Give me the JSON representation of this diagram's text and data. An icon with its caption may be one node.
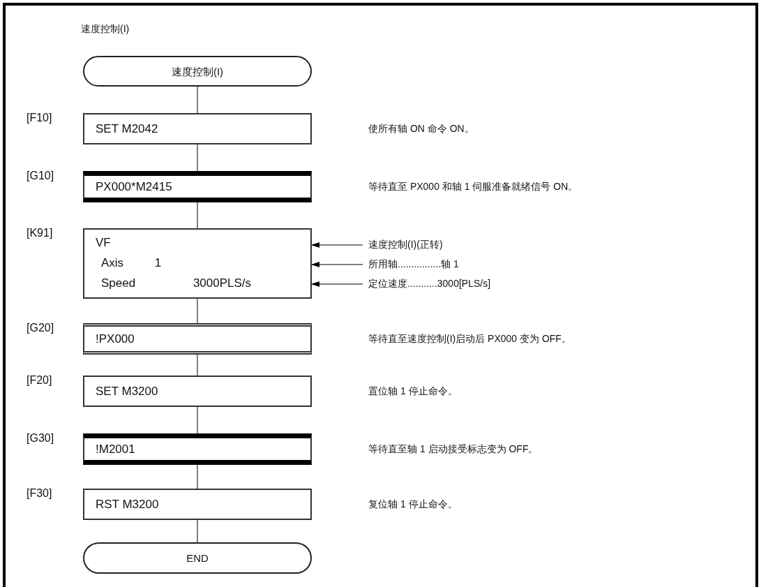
{
  "diagram": {
    "title": "速度控制(I)",
    "nodes": [
      {
        "text": [
          "速度控制(I)"
        ]
      },
      {
        "text": [
          "SET M2042"
        ],
        "beside": [
          "[F10]"
        ]
      },
      {
        "text": [
          "PX000*M2415"
        ],
        "beside": [
          "[G10]"
        ]
      },
      {
        "text": [
          "VF",
          "Axis 1",
          "Speed 3000PLS/s"
        ],
        "beside": [
          "[K91]"
        ]
      },
      {
        "text": [
          "速度控制(I)(正转)"
        ]
      },
      {
        "text": [
          "所用轴................轴 1"
        ]
      },
      {
        "text": [
          "定位速度...........3000[PLS/s]"
        ]
      },
      {
        "text": [
          "!PX000"
        ],
        "beside": [
          "[G20]"
        ]
      },
      {
        "text": [
          "SET M3200"
        ],
        "beside": [
          "[F20]"
        ]
      },
      {
        "text": [
          "!M2001"
        ],
        "beside": [
          "[G30]"
        ]
      },
      {
        "text": [
          "RST M3200"
        ],
        "beside": [
          "[F30]"
        ]
      },
      {
        "text": [
          "END"
        ]
      }
    ],
    "edges": [
      {
        "from": 0,
        "to": 1,
        "arrow": "none"
      },
      {
        "from": 1,
        "to": 2,
        "arrow": "none"
      },
      {
        "from": 2,
        "to": 3,
        "arrow": "none"
      },
      {
        "from": 4,
        "to": 3,
        "arrow": "to"
      },
      {
        "from": 5,
        "to": 3,
        "arrow": "to"
      },
      {
        "from": 6,
        "to": 3,
        "arrow": "to"
      },
      {
        "from": 3,
        "to": 7,
        "arrow": "none"
      },
      {
        "from": 7,
        "to": 8,
        "arrow": "none"
      },
      {
        "from": 8,
        "to": 9,
        "arrow": "none"
      },
      {
        "from": 9,
        "to": 10,
        "arrow": "none"
      },
      {
        "from": 10,
        "to": 11,
        "arrow": "none"
      }
    ],
    "labels": [
      "使所有轴 ON 命令 ON。",
      "等待直至 PX000 和轴 1 伺服准备就绪信号 ON。",
      "等待直至速度控制(I)启动后 PX000 变为 OFF。",
      "置位轴 1 停止命令。",
      "等待直至轴 1 启动接受标志变为 OFF。",
      "复位轴 1 停止命令。"
    ]
  }
}
